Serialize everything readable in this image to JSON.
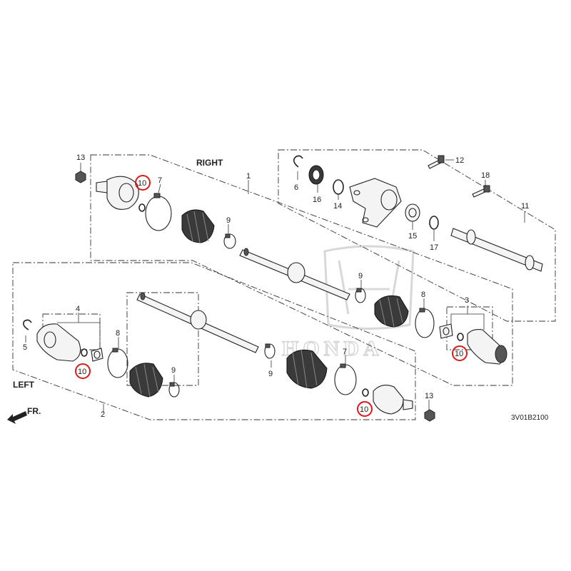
{
  "headers": {
    "right": "RIGHT",
    "left": "LEFT",
    "front": "FR."
  },
  "diagram_code": "3V01B2100",
  "watermark_brand": "HONDA",
  "callouts": {
    "c1": "1",
    "c2": "2",
    "c3": "3",
    "c4": "4",
    "c5": "5",
    "c6": "6",
    "c7a": "7",
    "c7b": "7",
    "c8a": "8",
    "c8b": "8",
    "c9a": "9",
    "c9b": "9",
    "c9c": "9",
    "c9d": "9",
    "c10a": "10",
    "c10b": "10",
    "c10c": "10",
    "c10d": "10",
    "c11": "11",
    "c12": "12",
    "c13a": "13",
    "c13b": "13",
    "c14": "14",
    "c15": "15",
    "c16": "16",
    "c17": "17",
    "c18": "18"
  },
  "highlighted_callout": "10",
  "colors": {
    "highlight": "#e01818",
    "line": "#222222",
    "watermark": "#d6d6d6"
  }
}
